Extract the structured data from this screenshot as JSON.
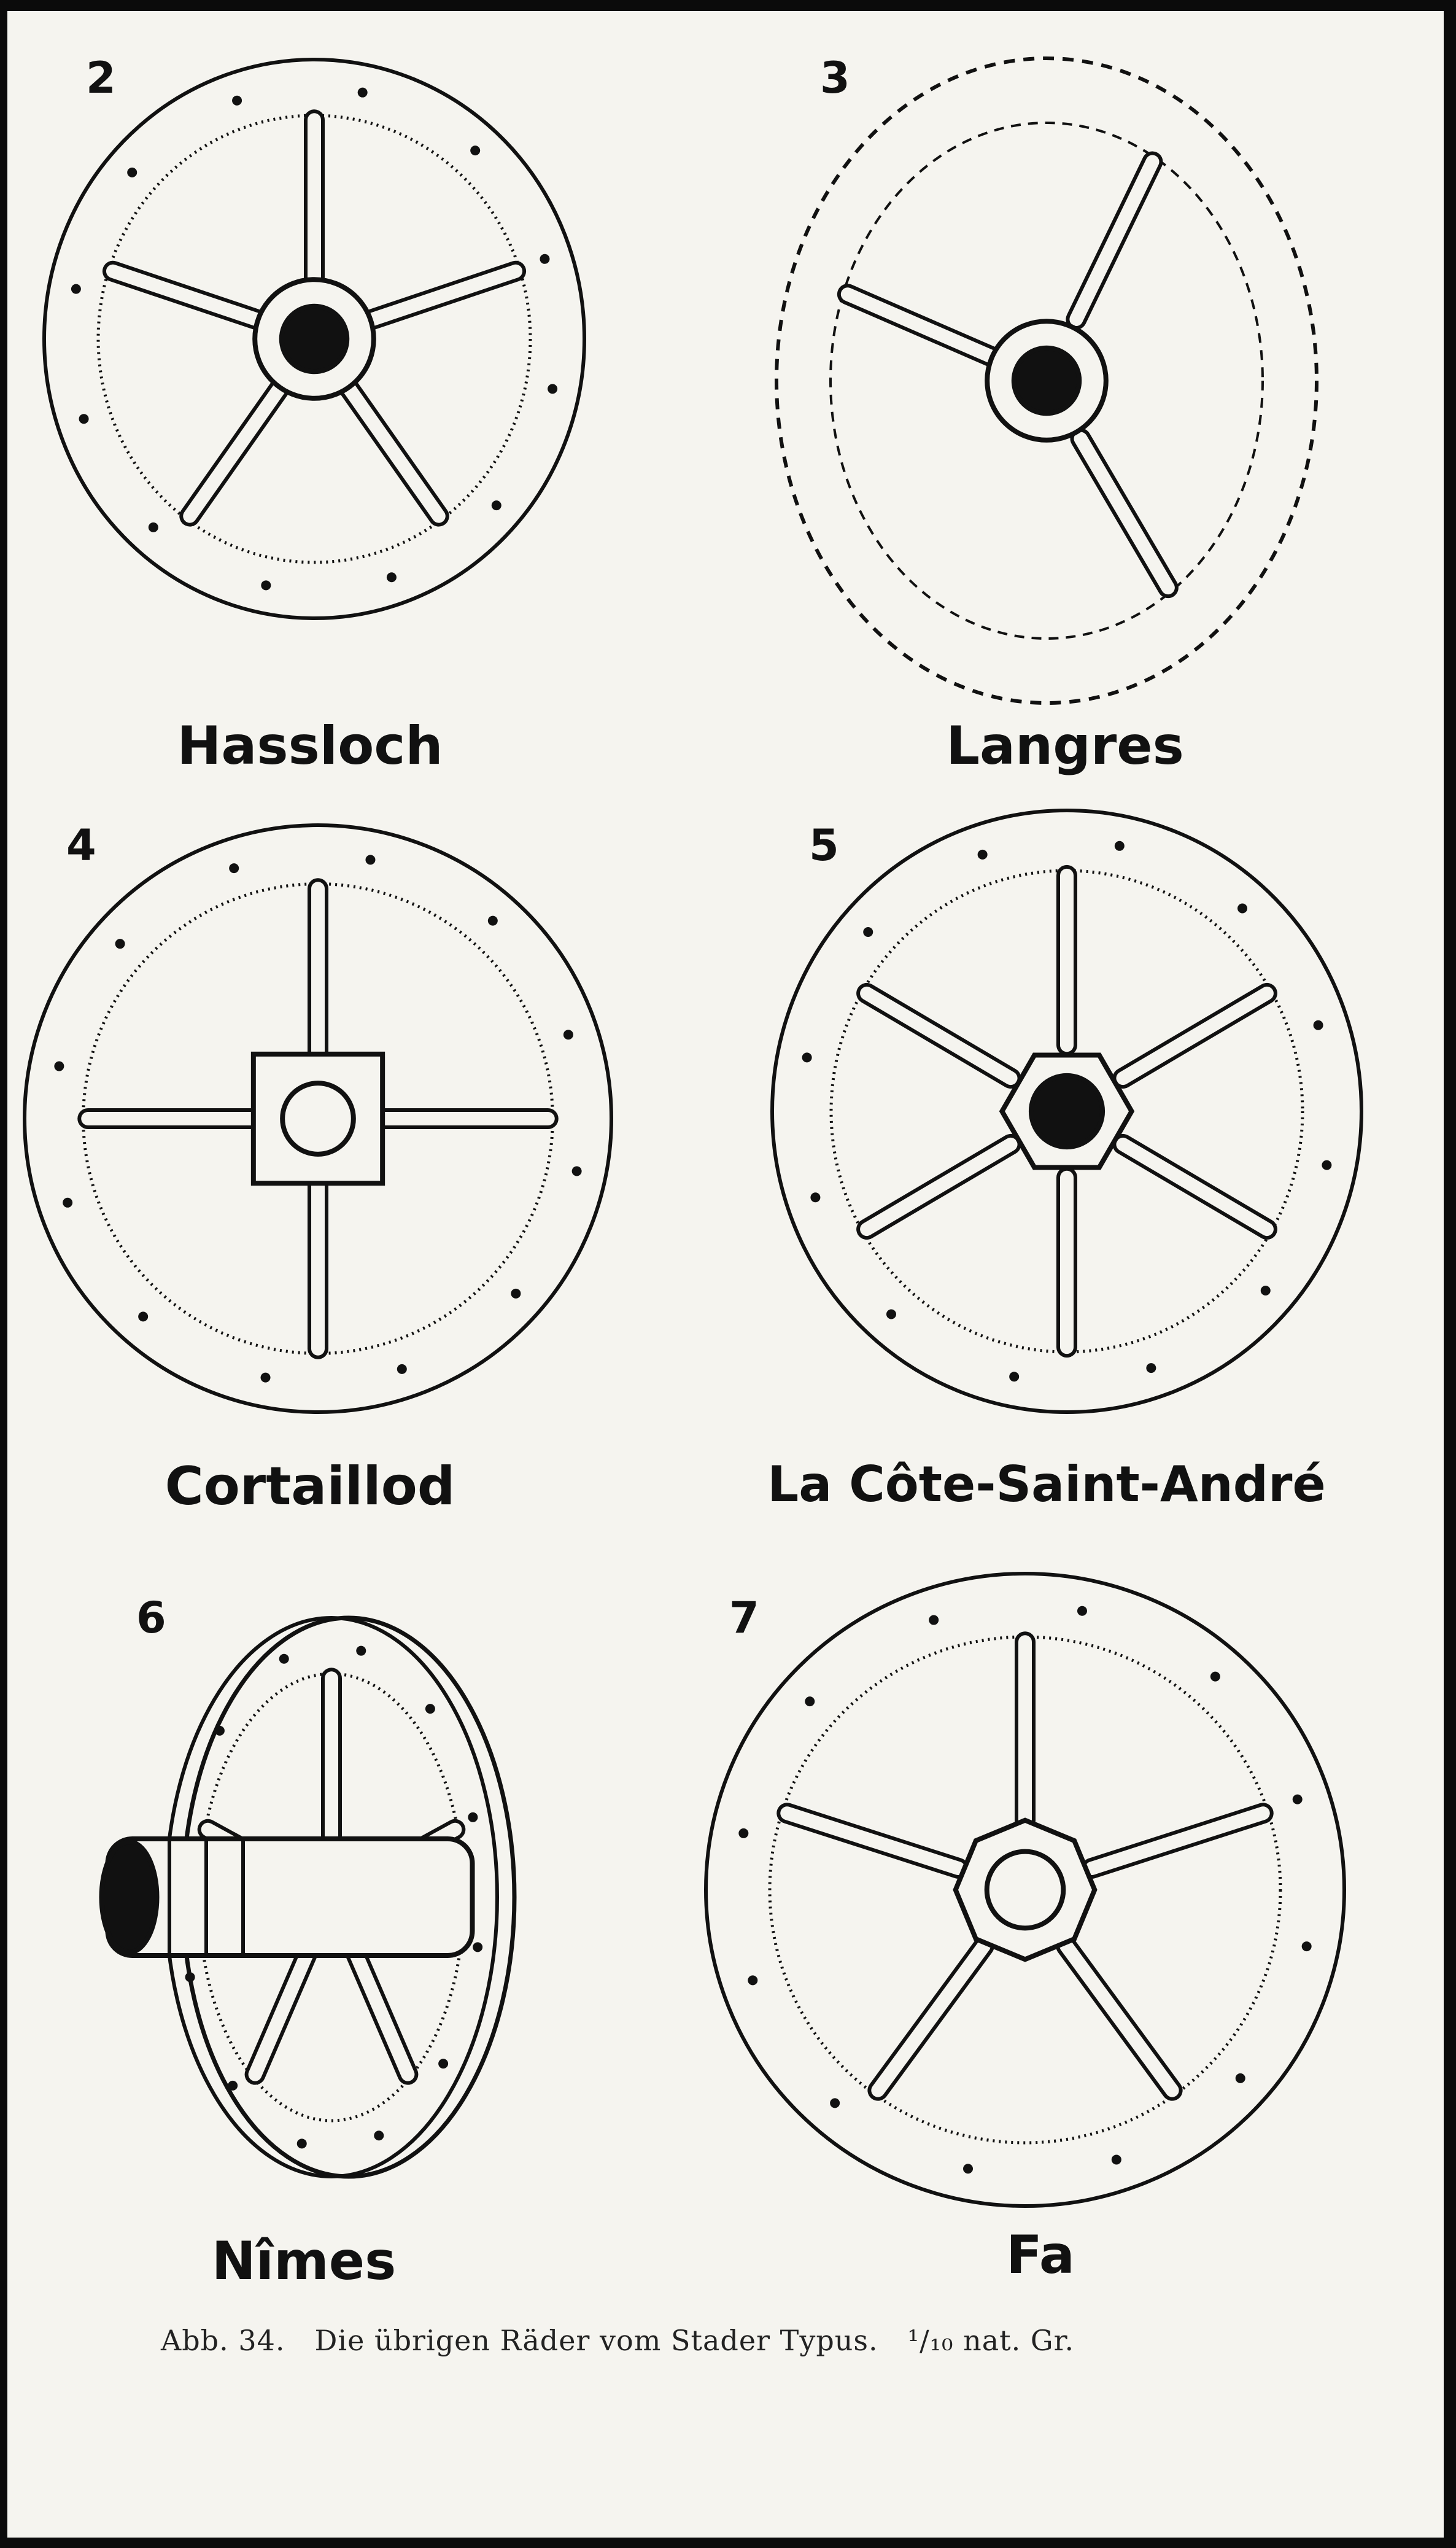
{
  "figures": [
    {
      "number": "2",
      "label": "Hassloch",
      "spokes": 5,
      "hub": "barrel",
      "style": "solid"
    },
    {
      "number": "3",
      "label": "Langres",
      "spokes": 3,
      "hub": "barrel",
      "style": "fragment"
    },
    {
      "number": "4",
      "label": "Cortaillod",
      "spokes": 4,
      "hub": "square",
      "style": "solid"
    },
    {
      "number": "5",
      "label": "La Côte-Saint-André",
      "spokes": 6,
      "hub": "hexagon",
      "style": "solid"
    },
    {
      "number": "6",
      "label": "Nîmes",
      "spokes": 5,
      "hub": "axle",
      "style": "side"
    },
    {
      "number": "7",
      "label": "Fa",
      "spokes": 5,
      "hub": "octagon",
      "style": "solid"
    }
  ],
  "caption": {
    "figure_ref": "Abb. 34.",
    "text": "Die übrigen Räder vom Stader Typus.",
    "scale": "¹/₁₀ nat. Gr."
  },
  "colors": {
    "ink": "#111111",
    "paper": "#f5f4ef",
    "frame": "#0b0b0b"
  }
}
